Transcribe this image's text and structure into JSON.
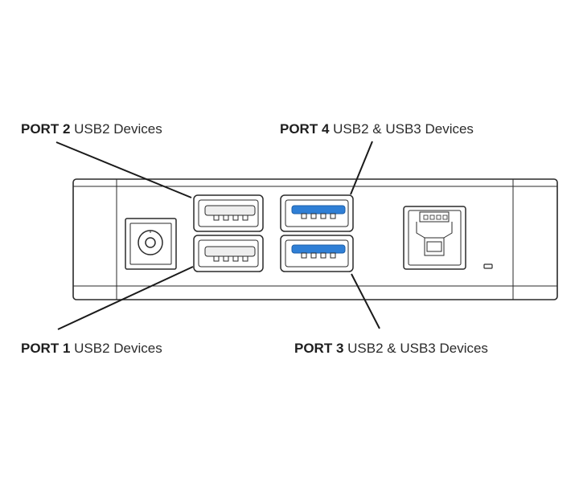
{
  "ports": {
    "port2": {
      "name": "PORT 2",
      "desc": "USB2 Devices",
      "type": "usb2"
    },
    "port4": {
      "name": "PORT 4",
      "desc": "USB2 & USB3 Devices",
      "type": "usb3"
    },
    "port1": {
      "name": "PORT 1",
      "desc": "USB2 Devices",
      "type": "usb2"
    },
    "port3": {
      "name": "PORT 3",
      "desc": "USB2 & USB3 Devices",
      "type": "usb3"
    }
  },
  "colors": {
    "outline": "#2a2a2a",
    "usb3_insert": "#2f7fd6",
    "usb2_insert": "#eeeeee",
    "leader": "#1a1a1a"
  },
  "icons": {
    "power": "dc-power-jack-icon",
    "upstream": "usb-b-upstream-port-icon",
    "led": "status-led-icon"
  }
}
